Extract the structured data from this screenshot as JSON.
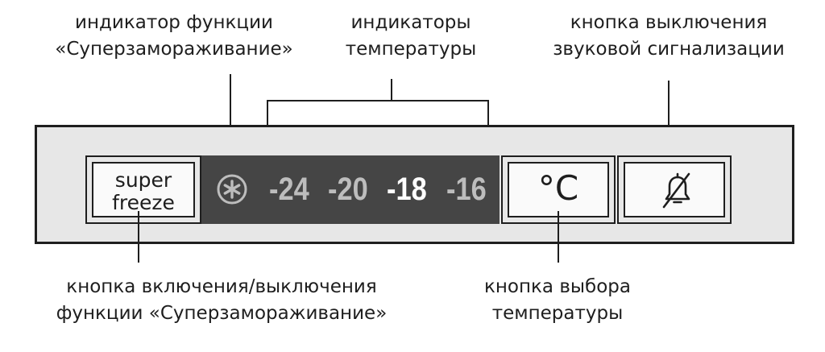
{
  "labels": {
    "superfreeze_indicator": [
      "индикатор функции",
      "«Суперзамораживание»"
    ],
    "temperature_indicators": [
      "индикаторы",
      "температуры"
    ],
    "alarm_off_button": [
      "кнопка выключения",
      "звуковой сигнализации"
    ],
    "superfreeze_button": [
      "кнопка включения/выключения",
      "функции «Суперзамораживание»"
    ],
    "temperature_select_button": [
      "кнопка выбора",
      "температуры"
    ]
  },
  "panel": {
    "superfreeze_button": [
      "super",
      "freeze"
    ],
    "display": {
      "temperatures": [
        "-24",
        "-20",
        "-18",
        "-16"
      ],
      "selected": "-18"
    },
    "celsius_button": "°C"
  },
  "icons": {
    "superfreeze_indicator": "snowflake-circle-icon",
    "alarm_off_button": "bell-muted-icon"
  },
  "colors": {
    "display_bg": "#454545",
    "digit_dim": "#bdbdbd",
    "digit_lit": "#ffffff",
    "panel_bg": "#e7e7e7",
    "outline": "#1e1e1e"
  }
}
